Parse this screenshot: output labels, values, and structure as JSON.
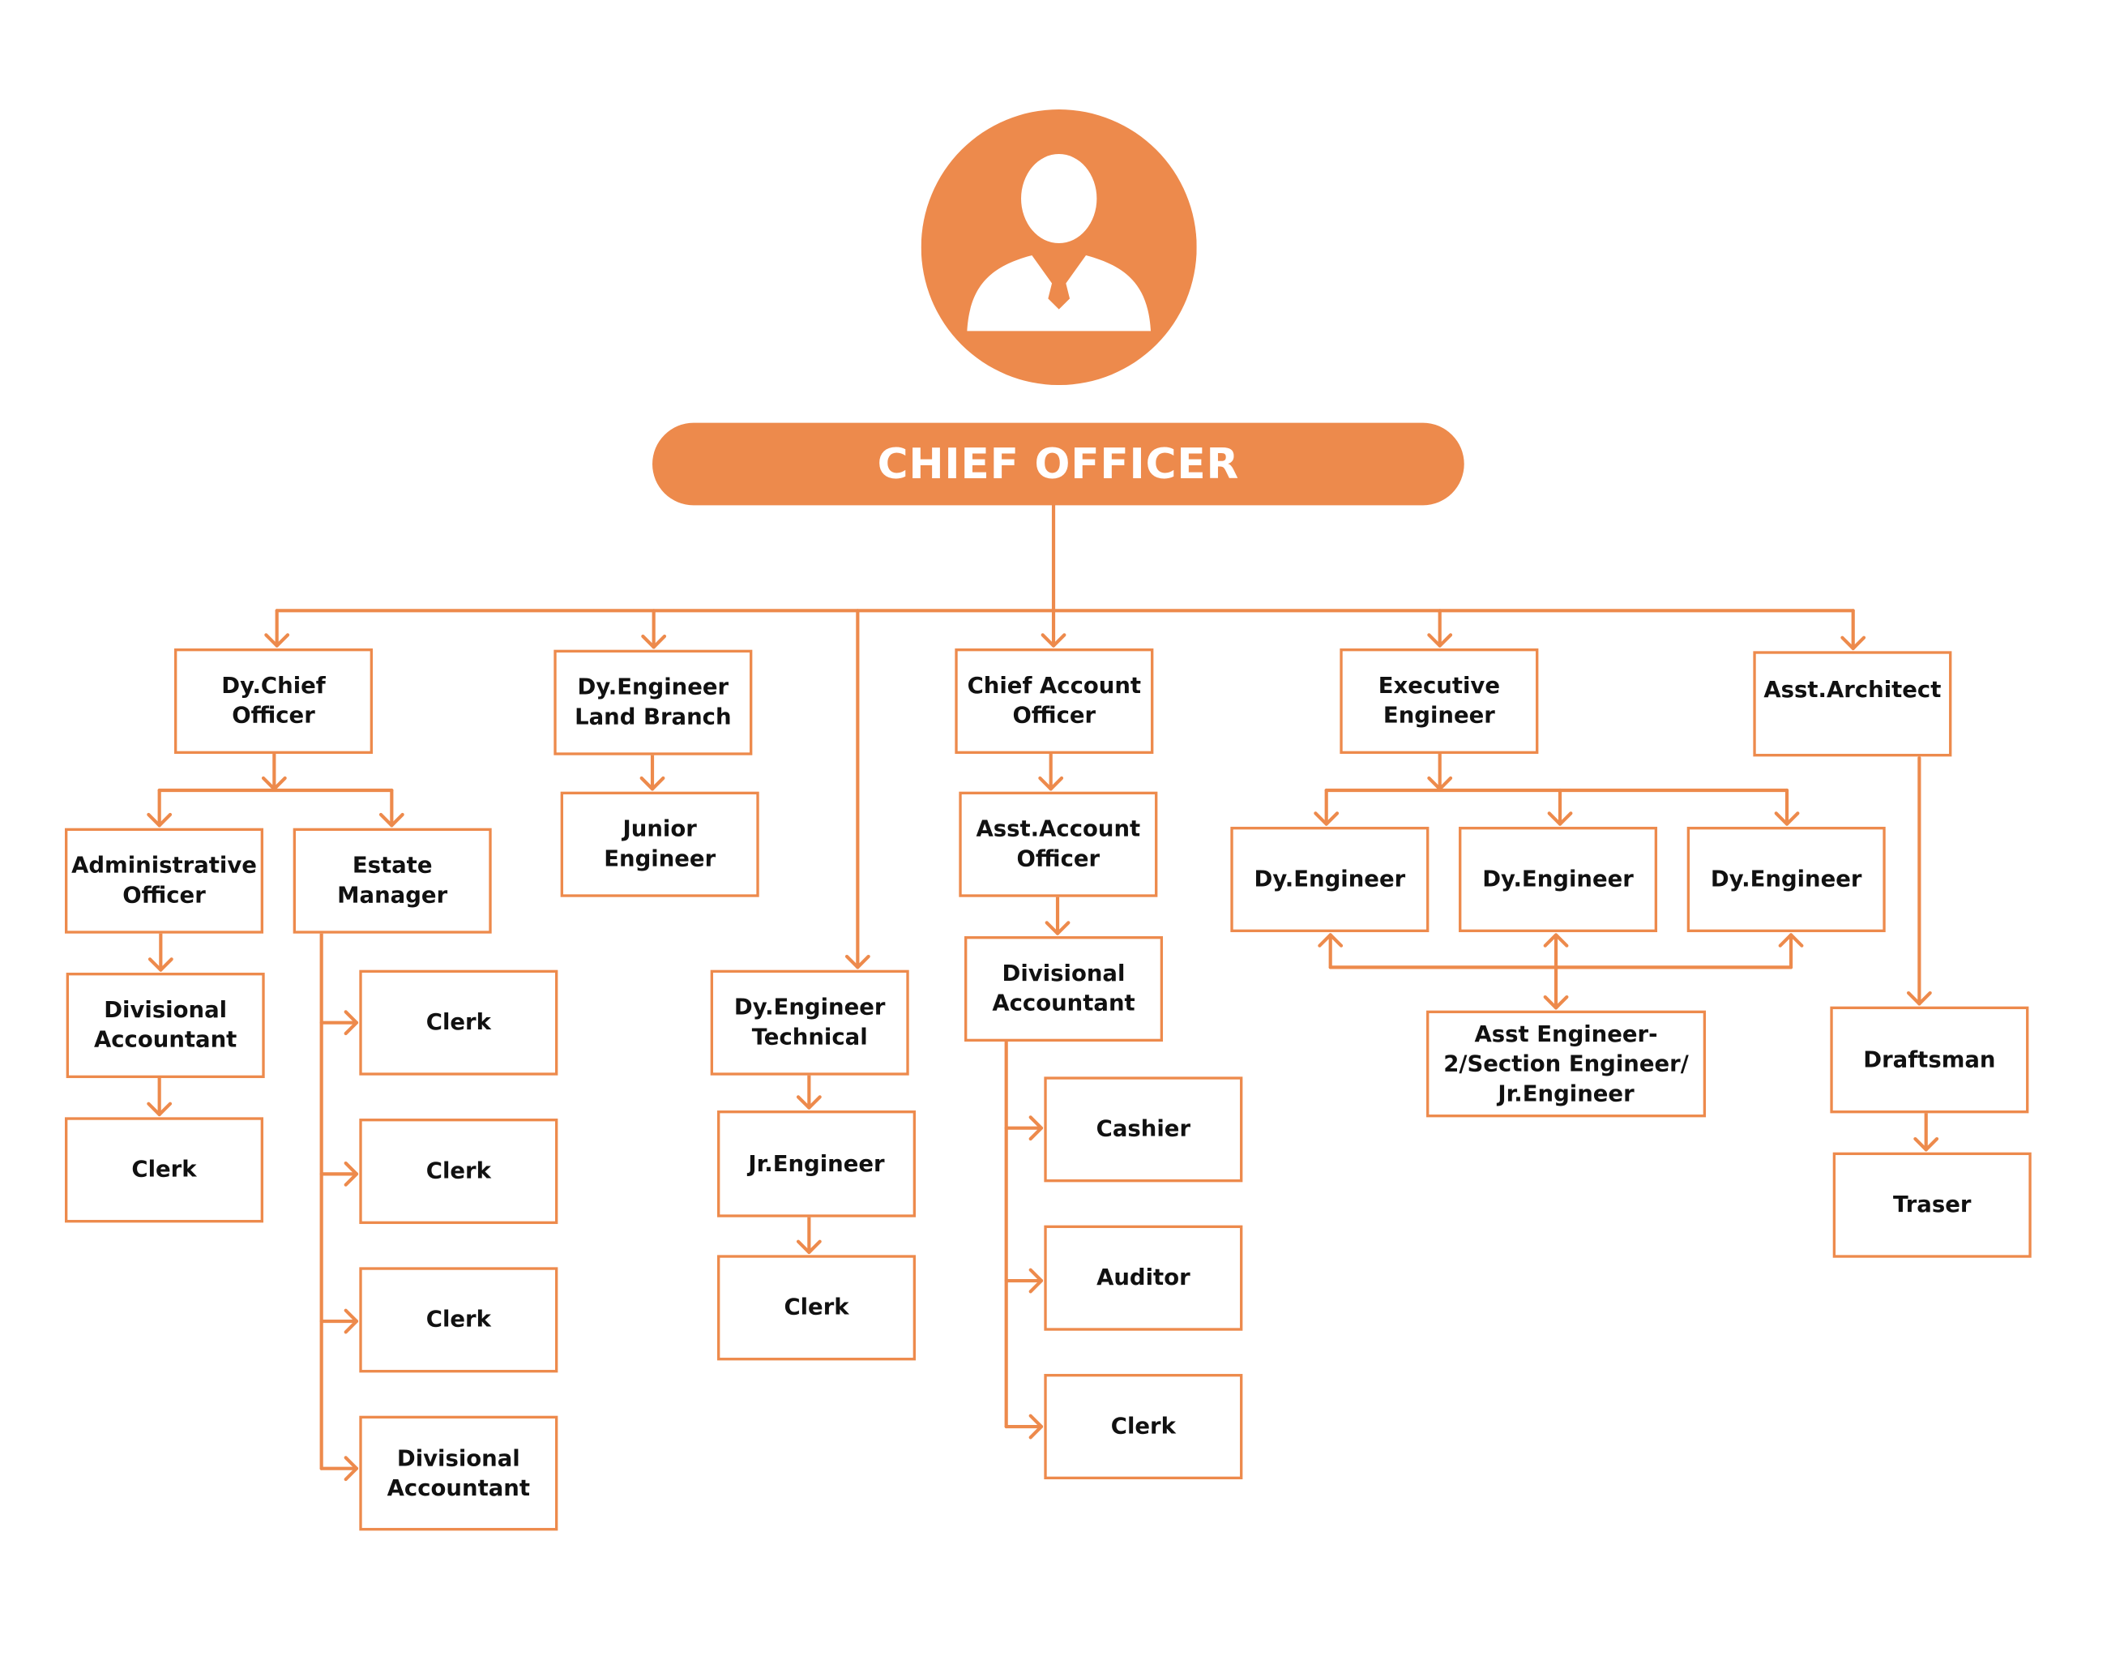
{
  "theme": {
    "accent": "#ED8A4C",
    "text": "#111111",
    "background": "#FFFFFF"
  },
  "header": {
    "icon": "user-avatar-icon",
    "title": "CHIEF OFFICER"
  },
  "nodes": [
    {
      "id": "dy-chief-officer",
      "label": "Dy.Chief\nOfficer"
    },
    {
      "id": "dy-engineer-land-branch",
      "label": "Dy.Engineer\nLand Branch"
    },
    {
      "id": "chief-account-officer",
      "label": "Chief Account\nOfficer"
    },
    {
      "id": "executive-engineer",
      "label": "Executive\nEngineer"
    },
    {
      "id": "asst-architect",
      "label": "Asst.Architect"
    },
    {
      "id": "administrative-officer",
      "label": "Administrative\nOfficer"
    },
    {
      "id": "estate-manager",
      "label": "Estate\nManager"
    },
    {
      "id": "junior-engineer",
      "label": "Junior\nEngineer"
    },
    {
      "id": "asst-account-officer",
      "label": "Asst.Account\nOfficer"
    },
    {
      "id": "dy-engineer-1",
      "label": "Dy.Engineer"
    },
    {
      "id": "dy-engineer-2",
      "label": "Dy.Engineer"
    },
    {
      "id": "dy-engineer-3",
      "label": "Dy.Engineer"
    },
    {
      "id": "divisional-accountant-admin",
      "label": "Divisional\nAccountant"
    },
    {
      "id": "clerk-admin",
      "label": "Clerk"
    },
    {
      "id": "clerk-estate-1",
      "label": "Clerk"
    },
    {
      "id": "clerk-estate-2",
      "label": "Clerk"
    },
    {
      "id": "clerk-estate-3",
      "label": "Clerk"
    },
    {
      "id": "divisional-accountant-estate",
      "label": "Divisional\nAccountant"
    },
    {
      "id": "dy-engineer-technical",
      "label": "Dy.Engineer\nTechnical"
    },
    {
      "id": "jr-engineer",
      "label": "Jr.Engineer"
    },
    {
      "id": "clerk-technical",
      "label": "Clerk"
    },
    {
      "id": "divisional-accountant-accounts",
      "label": "Divisional\nAccountant"
    },
    {
      "id": "cashier",
      "label": "Cashier"
    },
    {
      "id": "auditor",
      "label": "Auditor"
    },
    {
      "id": "clerk-accounts",
      "label": "Clerk"
    },
    {
      "id": "asst-engineer-section-engineer",
      "label": "Asst Engineer-\n2/Section Engineer/\nJr.Engineer"
    },
    {
      "id": "draftsman",
      "label": "Draftsman"
    },
    {
      "id": "traser",
      "label": "Traser"
    }
  ]
}
